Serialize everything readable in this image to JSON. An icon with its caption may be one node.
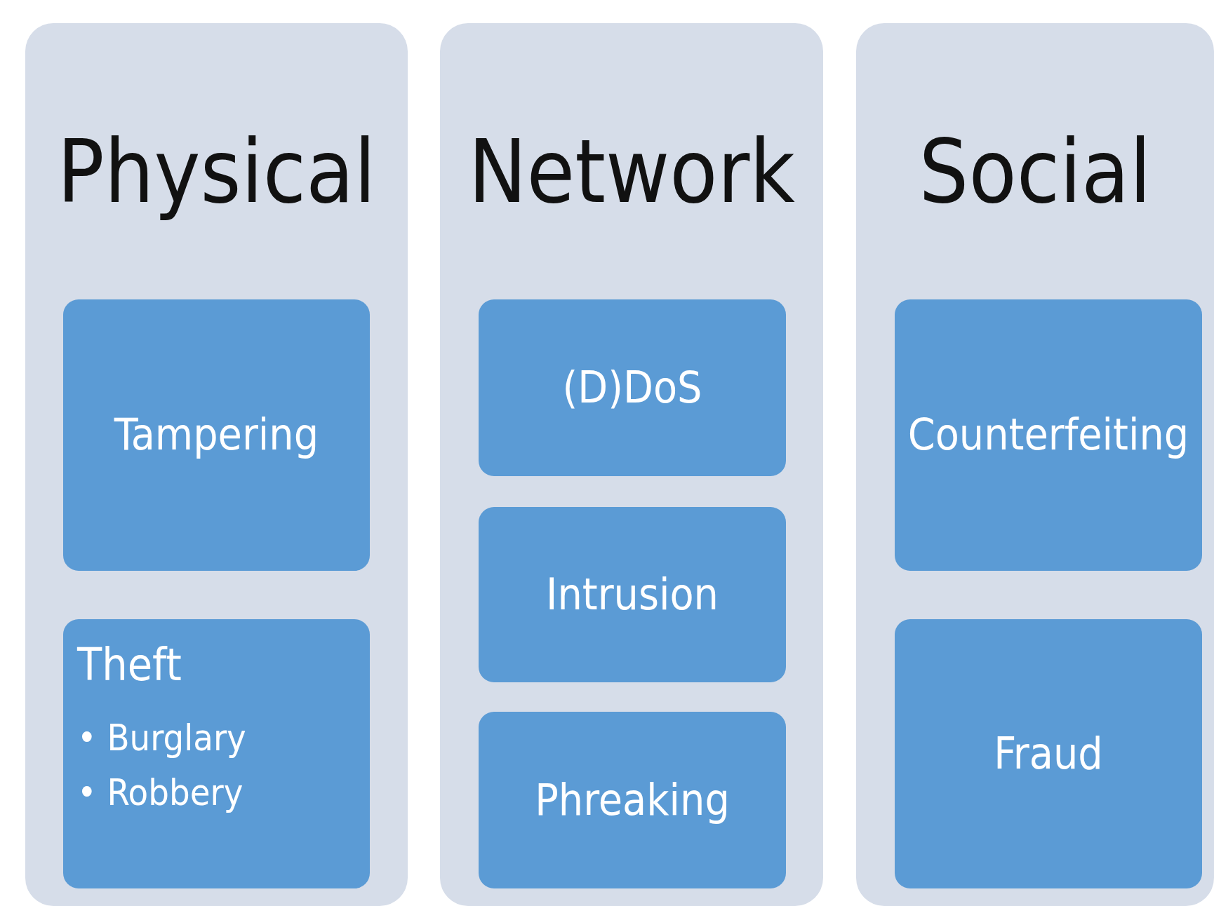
{
  "diagram": {
    "nodes": [
      {
        "text": [
          "Physical"
        ]
      },
      {
        "text": [
          "Tampering"
        ],
        "in": 0
      },
      {
        "text": [
          "Theft",
          "• Burglary",
          "• Robbery"
        ],
        "in": 0
      },
      {
        "text": [
          "Network"
        ]
      },
      {
        "text": [
          "(D)DoS"
        ],
        "in": 3
      },
      {
        "text": [
          "Intrusion"
        ],
        "in": 3
      },
      {
        "text": [
          "Phreaking"
        ],
        "in": 3
      },
      {
        "text": [
          "Social"
        ]
      },
      {
        "text": [
          "Counterfeiting"
        ],
        "in": 7
      },
      {
        "text": [
          "Fraud"
        ],
        "in": 7
      }
    ],
    "edges": []
  }
}
